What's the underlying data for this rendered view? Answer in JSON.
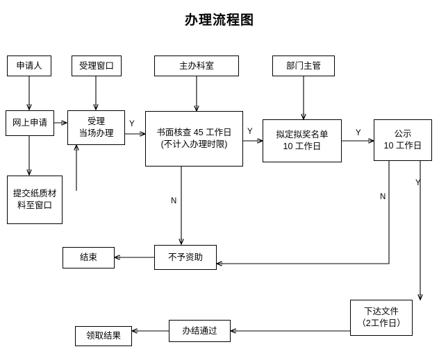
{
  "title": "办理流程图",
  "nodes": [
    {
      "id": "applicant",
      "label": "申请人"
    },
    {
      "id": "window",
      "label": "受理窗口"
    },
    {
      "id": "dept",
      "label": "主办科室"
    },
    {
      "id": "supervisor",
      "label": "部门主管"
    },
    {
      "id": "online",
      "label": "网上申请"
    },
    {
      "id": "accept",
      "label": "受理\n当场办理"
    },
    {
      "id": "review",
      "label": "书面核查 45 工作日\n(不计入办理时限)"
    },
    {
      "id": "shortlist",
      "label": "拟定拟奖名单\n10 工作日"
    },
    {
      "id": "publicity",
      "label": "公示\n10 工作日"
    },
    {
      "id": "paper",
      "label": "提交纸质材\n料至窗口"
    },
    {
      "id": "end",
      "label": "结束"
    },
    {
      "id": "reject",
      "label": "不予资助"
    },
    {
      "id": "issue",
      "label": "下达文件\n（2工作日）"
    },
    {
      "id": "complete",
      "label": "办结通过"
    },
    {
      "id": "collect",
      "label": "领取结果"
    }
  ],
  "edge_labels": [
    {
      "id": "y-accept-review",
      "text": "Y"
    },
    {
      "id": "y-review-short",
      "text": "Y"
    },
    {
      "id": "y-short-public",
      "text": "Y"
    },
    {
      "id": "n-review-reject",
      "text": "N"
    },
    {
      "id": "n-public-reject",
      "text": "N"
    },
    {
      "id": "y-public-issue",
      "text": "Y"
    }
  ]
}
